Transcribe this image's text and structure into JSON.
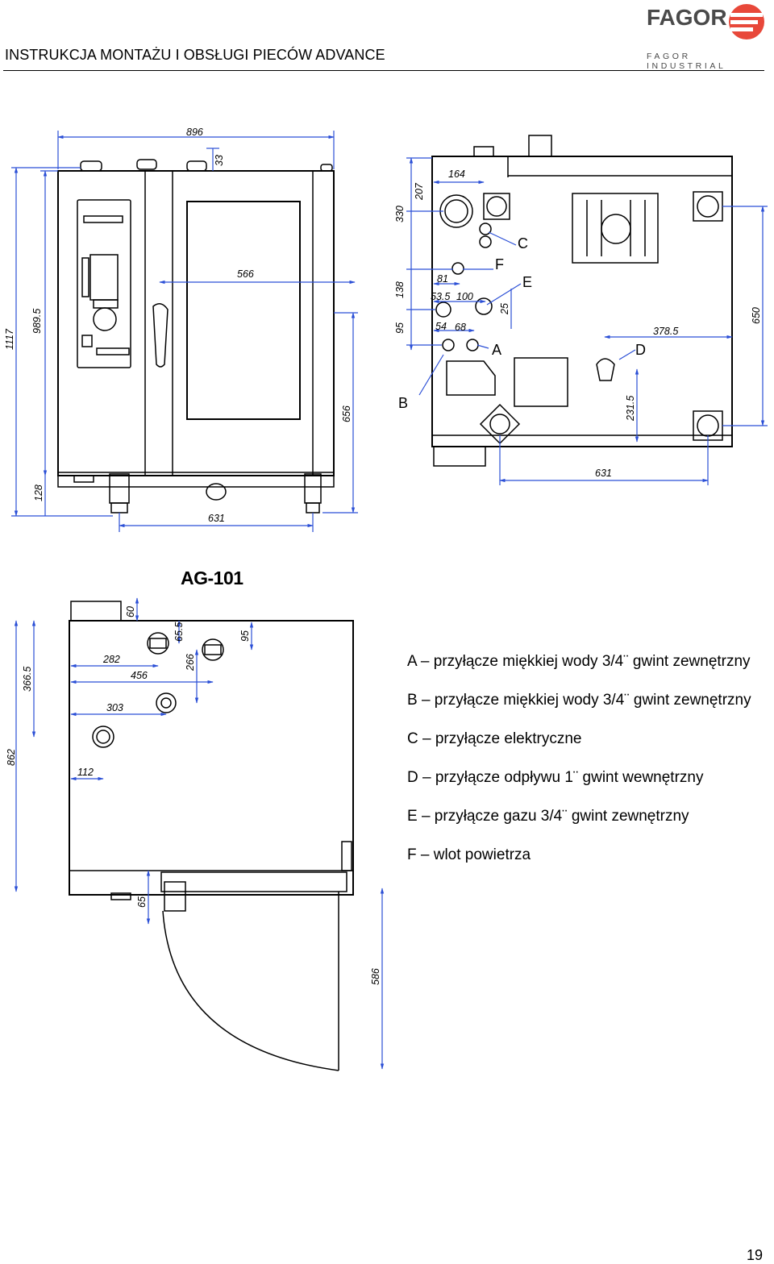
{
  "header": {
    "title": "INSTRUKCJA MONTAŻU I OBSŁUGI PIECÓW ADVANCE",
    "logo_word": "FAGOR",
    "logo_sub": "FAGOR INDUSTRIAL",
    "brand_color": "#e8483a"
  },
  "front_view": {
    "dims": {
      "total_width": "896",
      "top_offset": "33",
      "window_width": "566",
      "height_total": "1117",
      "height_body": "989.5",
      "height_door": "656",
      "height_legs": "128",
      "base_width": "631"
    }
  },
  "back_view": {
    "dims": {
      "d164": "164",
      "d207": "207",
      "d330": "330",
      "d138": "138",
      "d81": "81",
      "d53_5": "53.5",
      "d100": "100",
      "d25": "25",
      "d95": "95",
      "d54": "54",
      "d68": "68",
      "d378_5": "378.5",
      "d650": "650",
      "d231_5": "231.5",
      "d631": "631"
    },
    "markers": {
      "a": "A",
      "b": "B",
      "c": "C",
      "d": "D",
      "e": "E",
      "f": "F"
    }
  },
  "model": "AG-101",
  "top_view": {
    "dims": {
      "d60": "60",
      "d65_5": "65.5",
      "d95": "95",
      "d282": "282",
      "d456": "456",
      "d266": "266",
      "d366_5": "366.5",
      "d303": "303",
      "d862": "862",
      "d112": "112",
      "d65": "65",
      "d586": "586"
    }
  },
  "legend": [
    "A – przyłącze miękkiej wody 3/4¨ gwint zewnętrzny",
    "B – przyłącze miękkiej wody 3/4¨ gwint zewnętrzny",
    "C – przyłącze elektryczne",
    "D – przyłącze odpływu 1¨ gwint wewnętrzny",
    "E – przyłącze gazu 3/4¨ gwint zewnętrzny",
    "F – wlot powietrza"
  ],
  "page_number": "19",
  "colors": {
    "dimension_line": "#2b4fd6",
    "outline": "#000000"
  }
}
